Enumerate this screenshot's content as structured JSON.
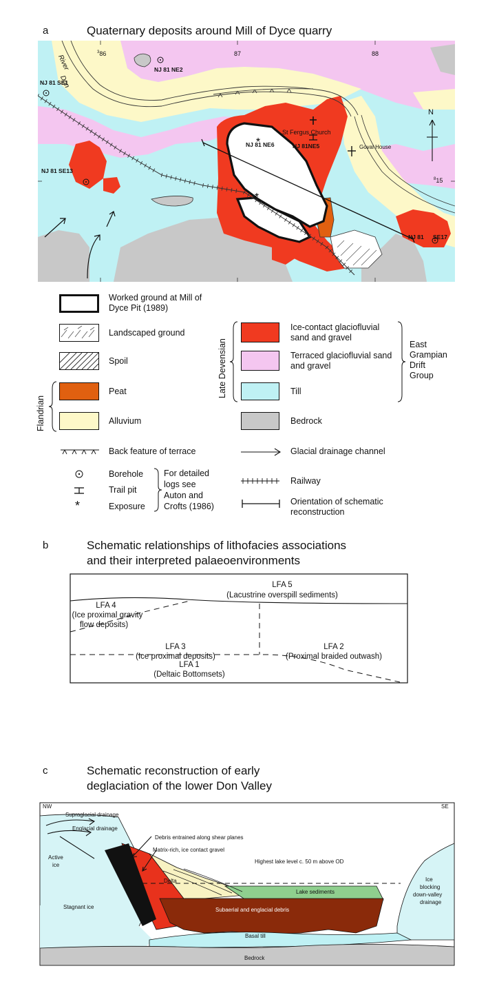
{
  "section_a": {
    "letter": "a",
    "title": "Quaternary deposits around Mill of Dyce quarry",
    "map": {
      "grid": {
        "e86": "86",
        "e86_prefix": "3",
        "e87": "87",
        "e88": "88",
        "n15": "15",
        "n15_prefix": "8"
      },
      "labels": {
        "river": "River",
        "don": "Don",
        "bh_se1": "NJ 81 SE1",
        "bh_ne2": "NJ 81 NE2",
        "bh_ne6": "NJ 81 NE6",
        "bh_ne5": "NJ 81NE5",
        "bh_se13": "NJ 81 SE13",
        "bh_se17a": "NJ 81",
        "bh_se17b": "SE17",
        "church": "St Fergus Church",
        "goval": "Goval House",
        "north": "N"
      }
    },
    "legend": {
      "worked": "Worked ground at Mill of Dyce Pit (1989)",
      "landscaped": "Landscaped ground",
      "spoil": "Spoil",
      "peat": "Peat",
      "alluvium": "Alluvium",
      "flandrian": "Flandrian",
      "late_devensian": "Late Devensian",
      "ice_contact": "Ice-contact glaciofluvial sand and gravel",
      "terraced": "Terraced glaciofluvial sand and gravel",
      "till": "Till",
      "bedrock": "Bedrock",
      "group_l1": "East",
      "group_l2": "Grampian",
      "group_l3": "Drift",
      "group_l4": "Group",
      "back_feature": "Back feature of terrace",
      "channel": "Glacial drainage channel",
      "borehole": "Borehole",
      "trial_pit": "Trail pit",
      "exposure": "Exposure",
      "logs_l1": "For detailed",
      "logs_l2": "logs see",
      "logs_l3": "Auton and",
      "logs_l4": "Crofts (1986)",
      "railway": "Railway",
      "orientation_l1": "Orientation of schematic",
      "orientation_l2": "reconstruction"
    },
    "colors": {
      "ice_contact": "#f03a20",
      "terraced": "#f4c6f0",
      "till": "#bff1f4",
      "alluvium": "#fdf8c8",
      "bedrock": "#c8c8c8",
      "peat": "#e06010"
    }
  },
  "section_b": {
    "letter": "b",
    "title_l1": "Schematic relationships of lithofacies associations",
    "title_l2": "and their interpreted palaeoenvironments",
    "lfa5": "LFA 5",
    "lfa5_desc": "(Lacustrine overspill sediments)",
    "lfa4": "LFA 4",
    "lfa4_d1": "(Ice proximal gravity",
    "lfa4_d2": "flow deposits)",
    "lfa3": "LFA 3",
    "lfa3_desc": "(Ice proximal deposits)",
    "lfa2": "LFA 2",
    "lfa2_desc": "(Proximal braided outwash)",
    "lfa1": "LFA 1",
    "lfa1_desc": "(Deltaic Bottomsets)"
  },
  "section_c": {
    "letter": "c",
    "title_l1": "Schematic reconstruction of early",
    "title_l2": "deglaciation of the lower Don Valley",
    "nw": "NW",
    "se": "SE",
    "supraglacial": "Supraglacial drainage",
    "englacial": "Englacial drainage",
    "debris_shear": "Debris entrained along shear planes",
    "matrix": "Matrix-rich, ice contact gravel",
    "lake_level": "Highest lake level c. 50 m above OD",
    "active_l1": "Active",
    "active_l2": "ice",
    "delta": "Delta",
    "lake_sed": "Lake sediments",
    "ice_block_l1": "Ice",
    "ice_block_l2": "blocking",
    "ice_block_l3": "down-valley",
    "ice_block_l4": "drainage",
    "stagnant": "Stagnant ice",
    "subaerial": "Subaerial and englacial debris",
    "basal_till": "Basal till",
    "bedrock": "Bedrock",
    "colors": {
      "ice": "#d6f4f6",
      "gravel": "#e8321c",
      "delta": "#f8f2c2",
      "lake": "#8fcf8e",
      "debris": "#8a2a0a",
      "till": "#bff1f4",
      "bedrock": "#c8c8c8"
    }
  }
}
